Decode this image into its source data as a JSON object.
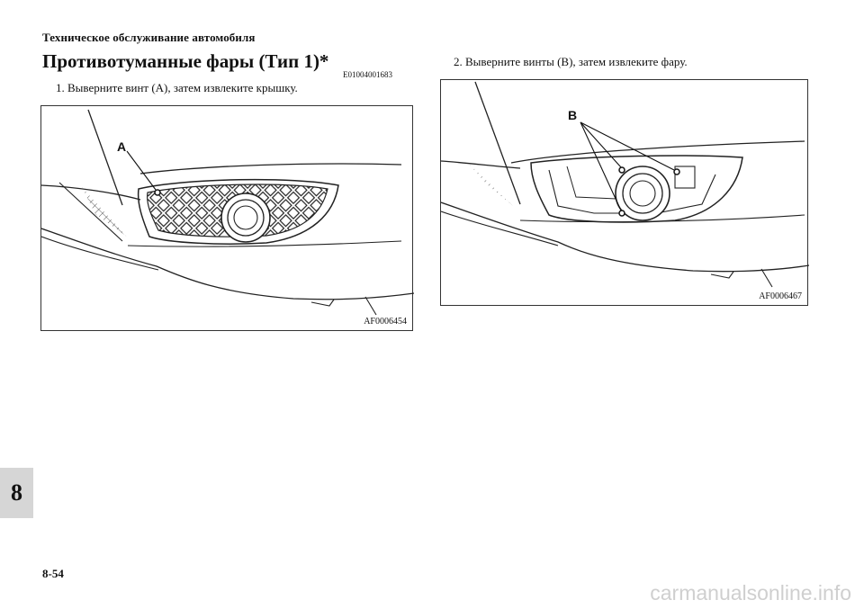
{
  "header": {
    "section_title": "Техническое обслуживание автомобиля"
  },
  "section": {
    "title": "Противотуманные фары (Тип 1)*",
    "code": "E01004001683"
  },
  "steps": [
    {
      "text": "1.  Выверните винт (A), затем извлеките крышку."
    },
    {
      "text": "2.  Выверните винты (B), затем извлеките фару."
    }
  ],
  "figures": [
    {
      "callout": "A",
      "code": "AF0006454"
    },
    {
      "callout": "B",
      "code": "AF0006467"
    }
  ],
  "chapter_tab": {
    "number": "8"
  },
  "footer": {
    "page_number": "8-54"
  },
  "watermark": {
    "text": "carmanualsonline.info"
  }
}
